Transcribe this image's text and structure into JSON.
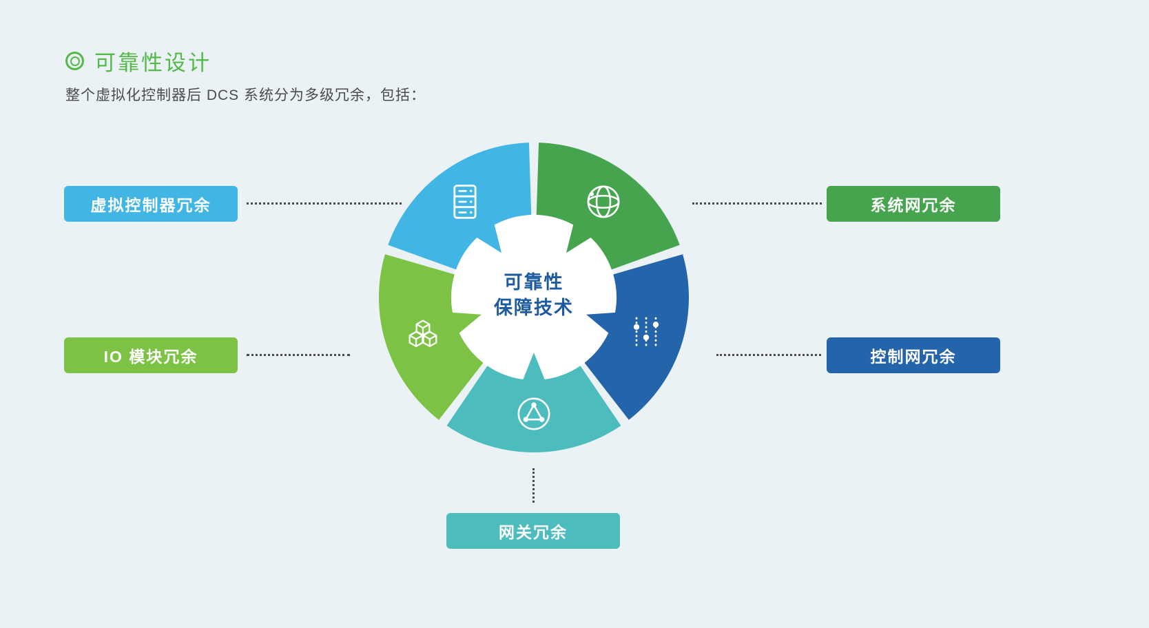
{
  "page": {
    "title": "可靠性设计",
    "subtitle": "整个虚拟化控制器后 DCS 系统分为多级冗余，包括："
  },
  "center": {
    "line1": "可靠性",
    "line2": "保障技术"
  },
  "colors": {
    "background": "#ebf2f5",
    "title_green": "#54b948",
    "subtitle_text": "#4b4b4b",
    "center_text": "#1d5aa0",
    "connector_dots": "#4a4a4a",
    "donut_center": "#ffffff"
  },
  "segments": [
    {
      "name": "system-network",
      "label": "系统网冗余",
      "color": "#46a44e",
      "icon": "globe-network-icon"
    },
    {
      "name": "control-network",
      "label": "控制网冗余",
      "color": "#2364aa",
      "icon": "sliders-icon"
    },
    {
      "name": "gateway",
      "label": "网关冗余",
      "color": "#4cbcbe",
      "icon": "network-nodes-icon"
    },
    {
      "name": "io-module",
      "label": "IO 模块冗余",
      "color": "#7cc244",
      "icon": "cubes-icon"
    },
    {
      "name": "virtual-controller",
      "label": "虚拟控制器冗余",
      "color": "#41b5e3",
      "icon": "server-rack-icon"
    }
  ]
}
